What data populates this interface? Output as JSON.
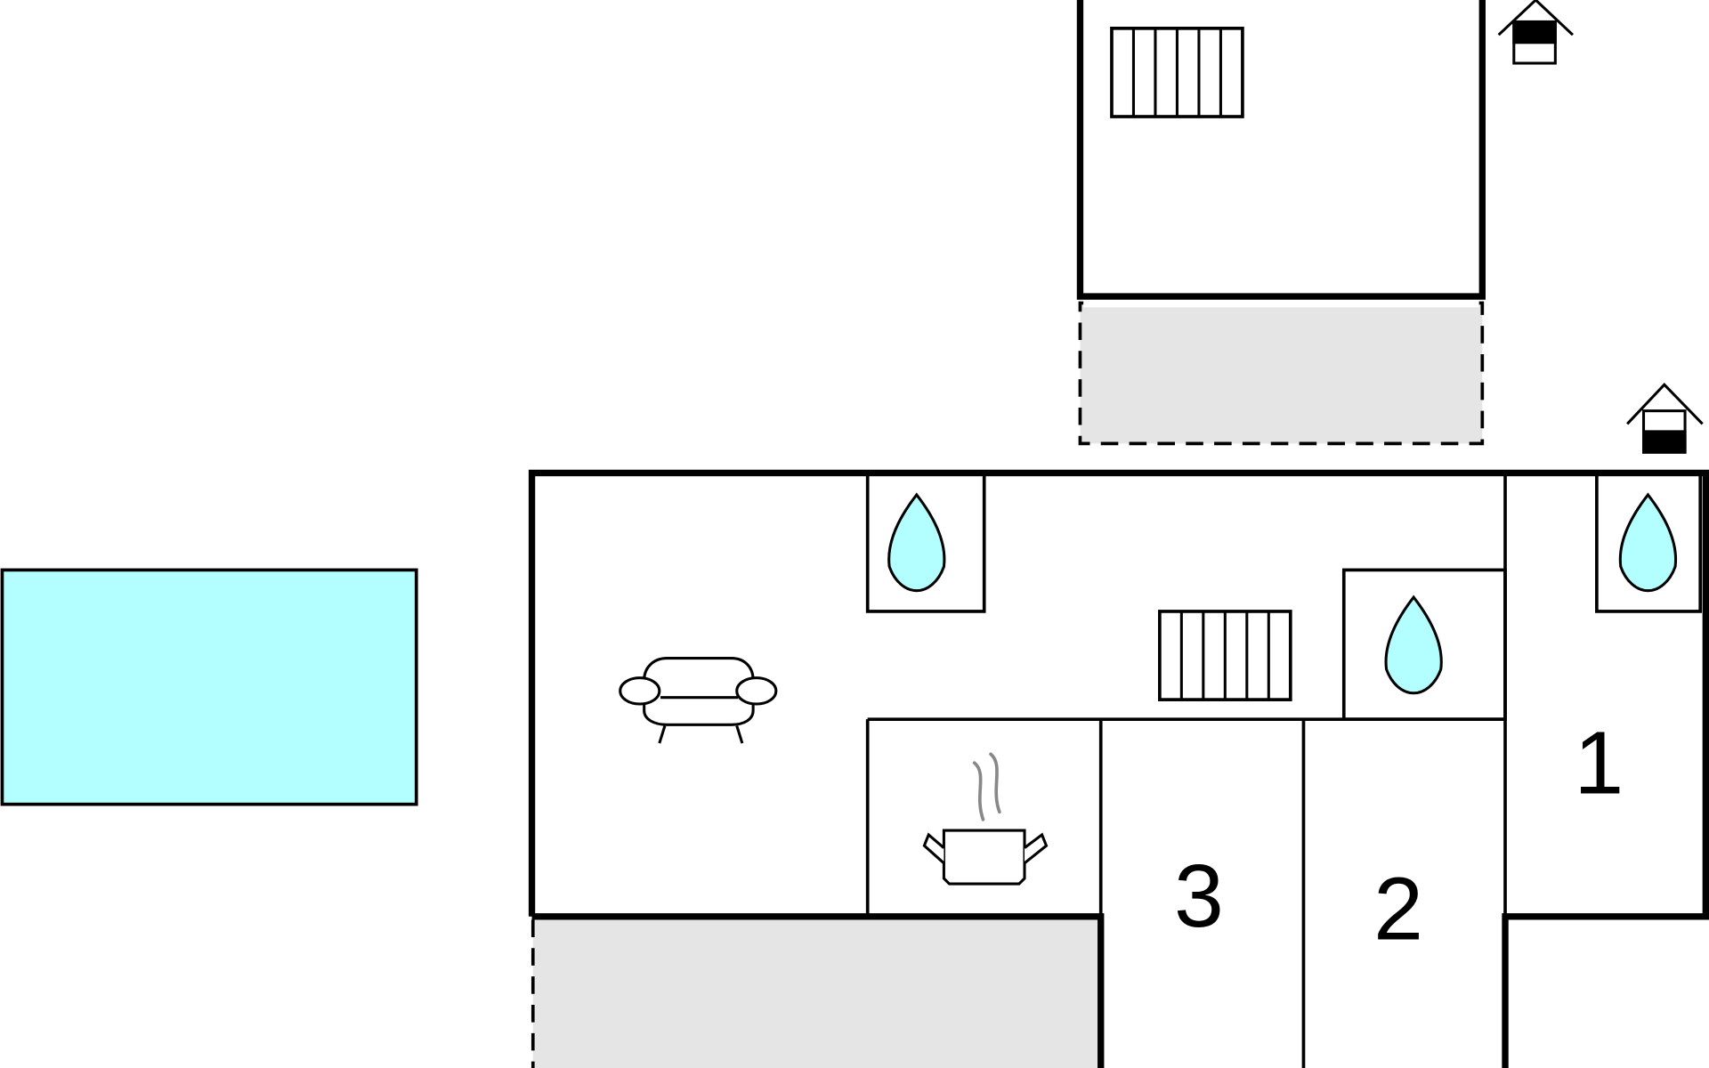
{
  "floorplan": {
    "rooms": [
      {
        "label": "1"
      },
      {
        "label": "2"
      },
      {
        "label": "3"
      }
    ],
    "icons": [
      "radiator-icon",
      "house-entrance-icon",
      "water-drop-icon",
      "sofa-icon",
      "cooking-pot-icon"
    ],
    "colors": {
      "pool": "#b3ffff",
      "terrace": "#e5e5e5",
      "wall": "#000000"
    }
  }
}
